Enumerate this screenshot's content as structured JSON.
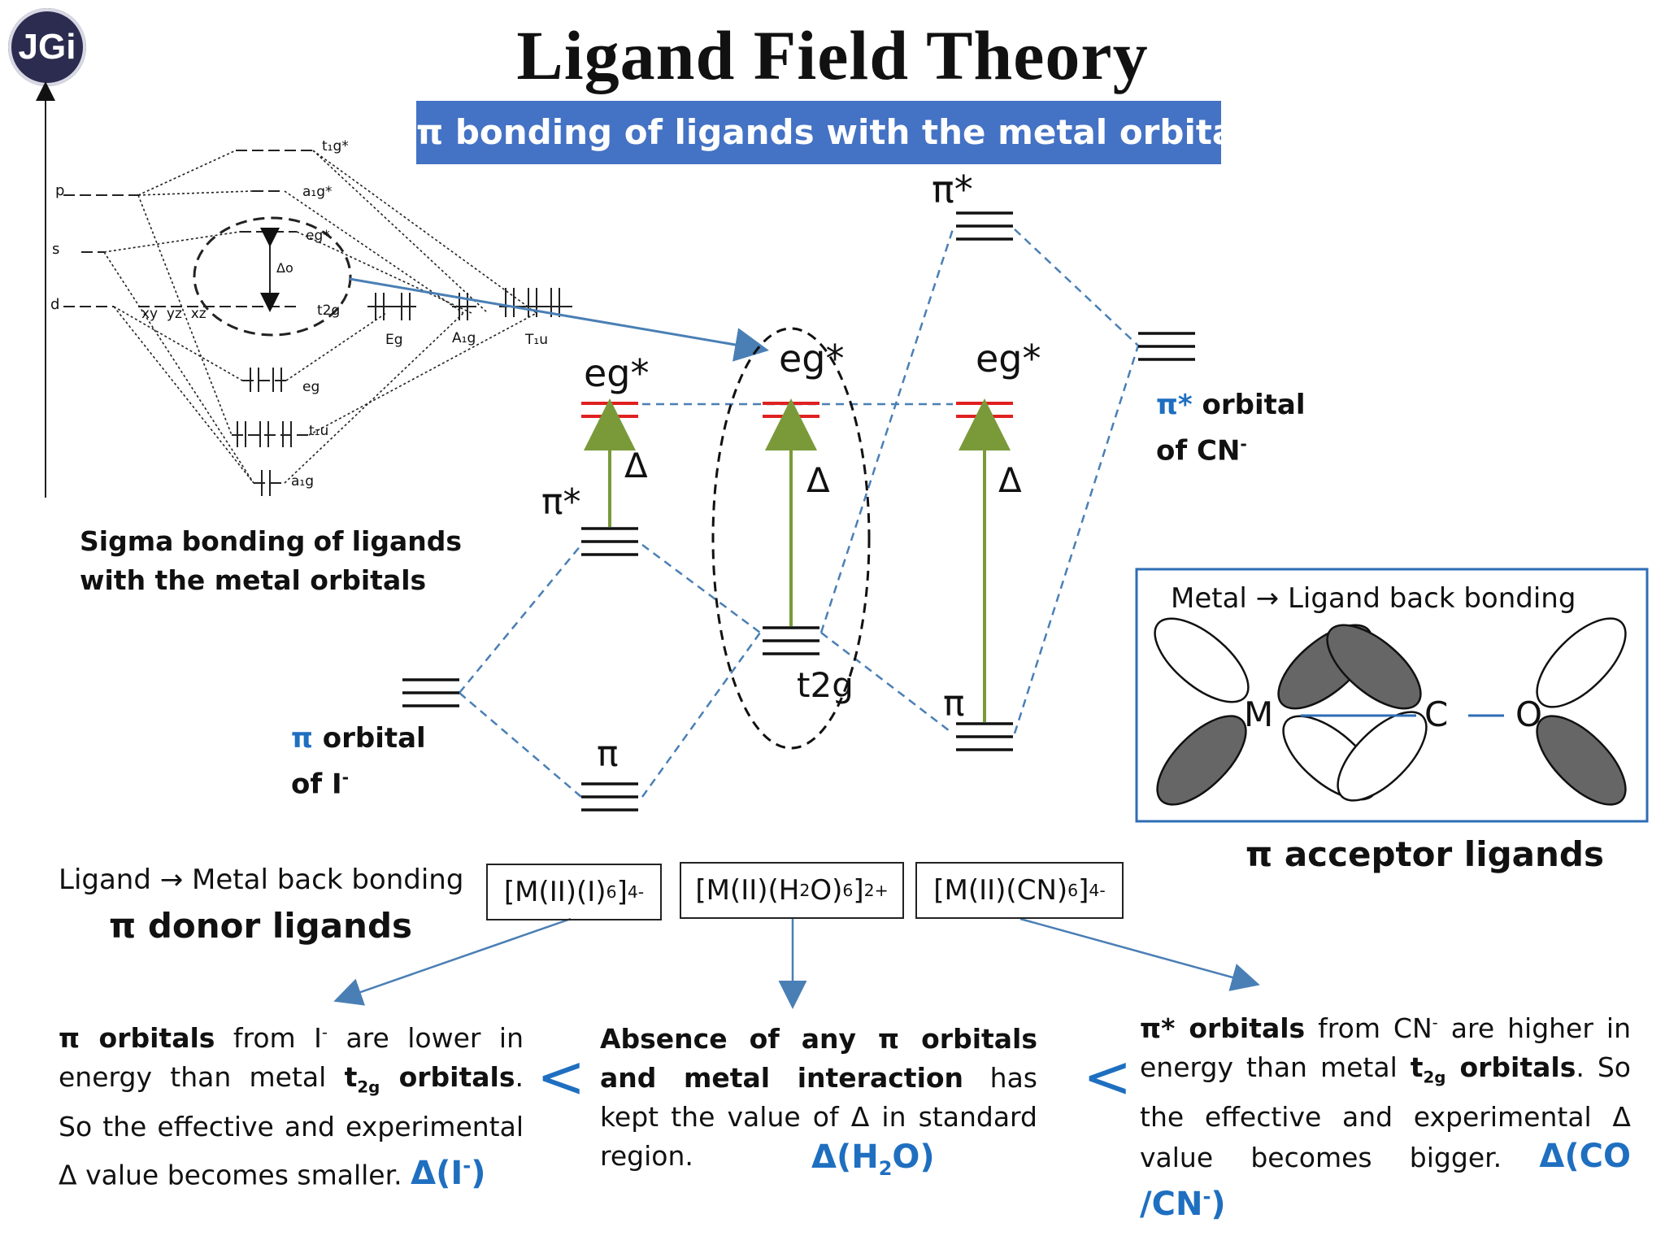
{
  "logo": {
    "text": "JGi"
  },
  "title": "Ligand Field Theory",
  "subtitle": "π bonding of ligands with the metal orbitals:",
  "sigma_diagram": {
    "left_levels": [
      "p",
      "s",
      "d"
    ],
    "d_orbitals": "xy  yz  xz",
    "mo_levels": {
      "t1g_star": "t₁g*",
      "a1g_star": "a₁g*",
      "eg_star": "eg*",
      "delta_o": "Δo",
      "t2g": "t2g",
      "eg": "eg",
      "t1u": "t₁u",
      "a1g": "a₁g"
    },
    "ligand_groups": [
      "Eg",
      "A₁g",
      "T₁u"
    ],
    "caption_line1_words": [
      "Sigma",
      "bonding",
      "of",
      "ligands"
    ],
    "caption_line2": "with the metal orbitals"
  },
  "pi_diagram": {
    "left": {
      "eg": "eg*",
      "pi_star": "π*",
      "delta": "Δ",
      "pi": "π",
      "ligand_pi_symbol": "π",
      "ligand_pi_text": " orbital",
      "ligand_of": "of I",
      "ligand_of_sup": "-"
    },
    "middle": {
      "eg": "eg*",
      "delta": "Δ",
      "t2g": "t2g"
    },
    "right": {
      "pi_star": "π*",
      "eg": "eg*",
      "delta": "Δ",
      "pi": "π",
      "ligand_pi_symbol": "π*",
      "ligand_pi_text": " orbital",
      "ligand_of": "of CN",
      "ligand_of_sup": "-"
    }
  },
  "backbond_box": {
    "title": "Metal → Ligand back bonding",
    "atoms": [
      "M",
      "C",
      "O"
    ],
    "caption": "π acceptor ligands"
  },
  "donor": {
    "title": "Ligand → Metal back bonding",
    "caption": "π donor ligands"
  },
  "complexes": [
    {
      "base": "[M(II)(I)",
      "sub": "6",
      "tail": "]",
      "sup": "4-"
    },
    {
      "base": "[M(II)(H",
      "sub2": "2",
      "mid": "O)",
      "sub": "6",
      "tail": "]",
      "sup": "2+"
    },
    {
      "base": "[M(II)(CN)",
      "sub": "6",
      "tail": "]",
      "sup": "4-"
    }
  ],
  "explanations": {
    "left": {
      "p1_bold": "π orbitals",
      "p1": " from I",
      "p1_sup": "-",
      "p2": " are lower in energy than metal ",
      "p3_bold": "t",
      "p3_sub": "2g",
      "p3_bold2": " orbitals",
      "p4": ". So the effective and experimental Δ value becomes smaller. ",
      "delta": "Δ(I",
      "delta_sup": "-",
      "delta_end": ")"
    },
    "middle": {
      "p1_bold": "Absence of any π orbitals and metal interaction",
      "p2": " has kept the value of Δ in standard region.",
      "delta": "Δ(H",
      "delta_sub": "2",
      "delta_end": "O)"
    },
    "right": {
      "p1_bold": "π* orbitals",
      "p1": " from CN",
      "p1_sup": "-",
      "p2": " are higher in energy than metal ",
      "p3_bold": "t",
      "p3_sub": "2g",
      "p3_bold2": " orbitals",
      "p4": ". So the effective and experimental Δ value becomes bigger. ",
      "delta": "Δ(CO /CN",
      "delta_sup": "-",
      "delta_end": ")"
    },
    "less_than": "<"
  },
  "colors": {
    "accent_blue": "#4472c4",
    "text_blue": "#1f6fc0",
    "eg_red": "#e02020",
    "arrow_green": "#7a9a3a",
    "dash_blue": "#4a7fb5"
  }
}
